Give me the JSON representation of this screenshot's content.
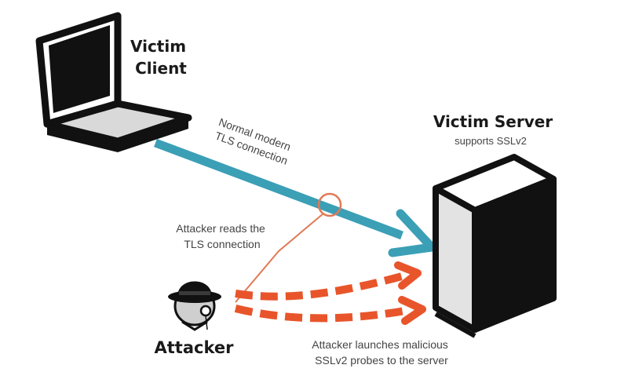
{
  "labels": {
    "victim_client": [
      "Victim",
      "Client"
    ],
    "victim_server": "Victim Server",
    "server_note": "supports SSLv2",
    "connection": [
      "Normal modern",
      "TLS connection"
    ],
    "attacker_reads": [
      "Attacker reads the",
      "TLS connection"
    ],
    "attacker": "Attacker",
    "attacker_launches": [
      "Attacker launches malicious",
      "SSLv2 probes to the server"
    ]
  },
  "colors": {
    "tls_arrow": "#3b9fb6",
    "attack_orange": "#e8552a",
    "wiretap_line": "#e07a55",
    "outline": "#111111",
    "screen": "#111111",
    "keyboard": "#d9d9d9",
    "server_panel": "#e3e3e3"
  },
  "icons": {
    "client": "laptop-icon",
    "server": "server-tower-icon",
    "attacker": "spy-hat-monocle-icon"
  }
}
